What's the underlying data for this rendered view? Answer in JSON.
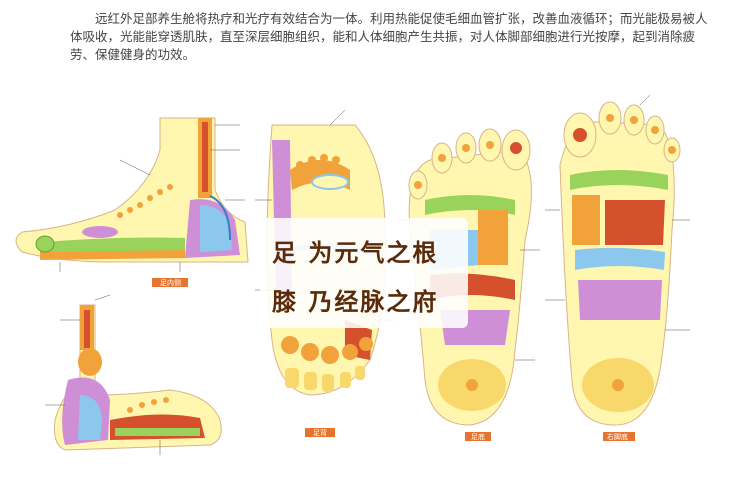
{
  "intro_text": "远红外足部养生舱将热疗和光疗有效结合为一体。利用热能促使毛细血管扩张，改善血液循环；而光能极易被人体吸收，光能能穿透肌肤，直至深层细胞组织，能和人体细胞产生共振，对人体脚部细胞进行光按摩，起到消除疲劳、保健健身的功效。",
  "slogan": {
    "line1": "足 为元气之根",
    "line2": "膝 乃经脉之府"
  },
  "captions": {
    "inner_side": "足内侧",
    "outer_side": "",
    "top_of_foot": "足背",
    "sole_left": "足底",
    "sole_right": "右脚底"
  },
  "colors": {
    "skin": "#fff7b0",
    "orange": "#f2a23a",
    "red": "#d5502d",
    "purple": "#cf8fd6",
    "blue": "#8cc8ee",
    "green": "#9ad35b",
    "caption_bg": "#e7742e",
    "slogan": "#5a2a0a"
  }
}
